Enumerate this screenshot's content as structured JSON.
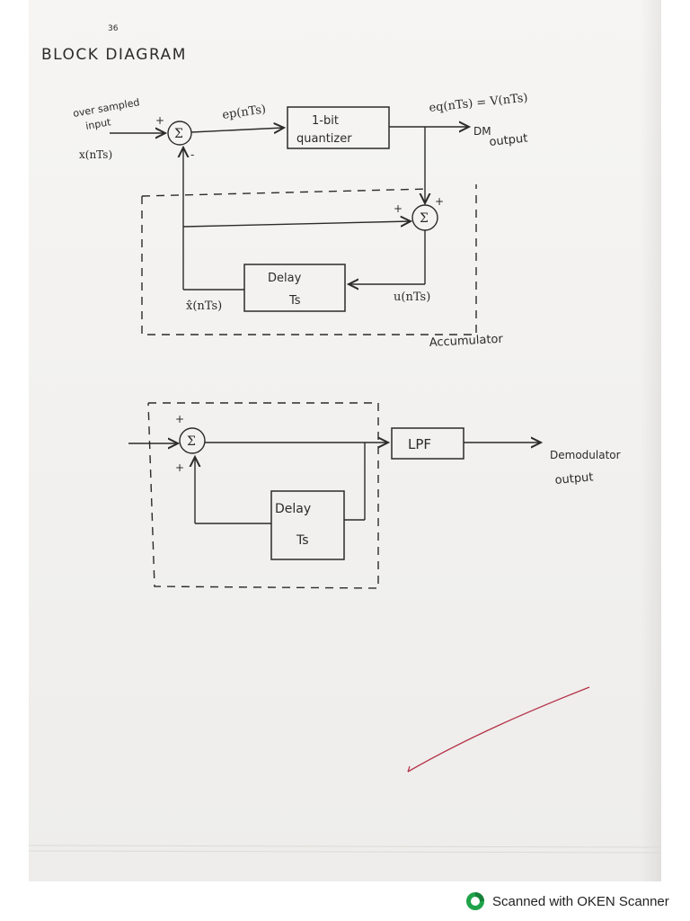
{
  "page": {
    "heading": "BLOCK DIAGRAM",
    "page_mark": "36"
  },
  "modulator": {
    "input_label_line1": "over sampled",
    "input_label_line2": "input",
    "input_signal": "x(nTs)",
    "sum_symbol": "Σ",
    "plus_sign": "+",
    "minus_sign": "-",
    "error_signal": "ep(nTs)",
    "quantizer_line1": "1-bit",
    "quantizer_line2": "quantizer",
    "quantized_signal": "eq(nTs) = V(nTs)",
    "output_line1": "DM",
    "output_line2": "output",
    "delay_line1": "Delay",
    "delay_line2": "Ts",
    "feedback_signal": "x̂(nTs)",
    "accumulated_signal": "u(nTs)",
    "accumulator_label": "Accumulator"
  },
  "demodulator": {
    "sum_symbol": "Σ",
    "plus_sign": "+",
    "delay_line1": "Delay",
    "delay_line2": "Ts",
    "lpf_label": "LPF",
    "output_line1": "Demodulator",
    "output_line2": "output"
  },
  "footer": {
    "scanner_text": "Scanned with OKEN Scanner"
  },
  "colors": {
    "ink": "#2b2b2b",
    "stray_pen": "#b5334a",
    "logo": "#1fa34a"
  }
}
